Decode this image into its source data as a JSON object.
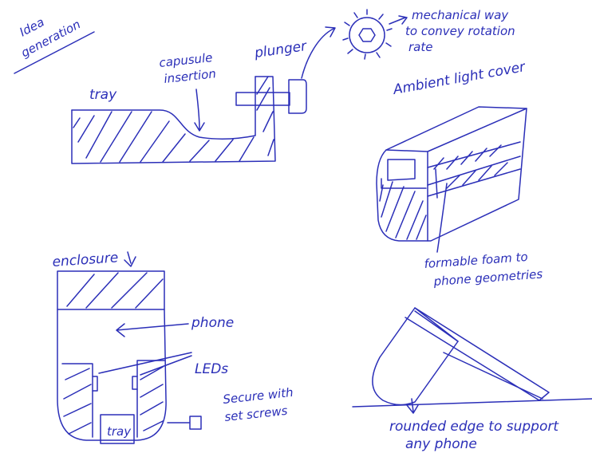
{
  "title": {
    "line1": "Idea",
    "line2": "generation"
  },
  "sketch_tray": {
    "tray": "tray",
    "capsule_line1": "capusule",
    "capsule_line2": "insertion",
    "plunger": "plunger"
  },
  "sketch_gear": {
    "line1": "mechanical way",
    "line2": "to convey rotation",
    "line3": "rate"
  },
  "sketch_cover": {
    "title": "Ambient light cover",
    "foam_line1": "formable foam to",
    "foam_line2": "phone geometries"
  },
  "sketch_enclosure": {
    "enclosure": "enclosure",
    "phone": "phone",
    "leds": "LEDs",
    "tray": "tray",
    "secure_line1": "Secure with",
    "secure_line2": "set screws"
  },
  "sketch_stand": {
    "line1": "rounded edge to support",
    "line2": "any phone"
  },
  "colors": {
    "ink": "#2b2fb8",
    "paper": "#ffffff"
  }
}
